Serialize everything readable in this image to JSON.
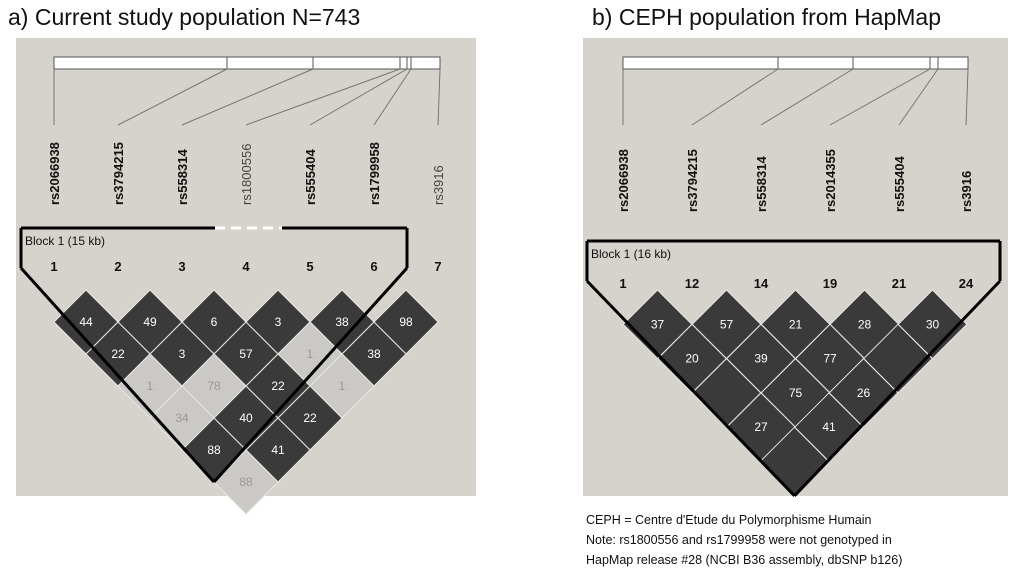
{
  "panels": [
    {
      "id": "a",
      "title": "a) Current study population N=743",
      "snps": [
        "rs2066938",
        "rs3794215",
        "rs558314",
        "rs1800556",
        "rs555404",
        "rs1799958",
        "rs3916"
      ],
      "snp_bold": [
        true,
        true,
        true,
        false,
        true,
        true,
        false
      ],
      "marker_numbers": [
        "1",
        "2",
        "3",
        "4",
        "5",
        "6",
        "7"
      ],
      "block_label": "Block 1 (15 kb)",
      "cells": [
        {
          "i": 0,
          "j": 1,
          "value": "44",
          "shade": "dark"
        },
        {
          "i": 1,
          "j": 2,
          "value": "49",
          "shade": "dark"
        },
        {
          "i": 2,
          "j": 3,
          "value": "6",
          "shade": "dark"
        },
        {
          "i": 3,
          "j": 4,
          "value": "3",
          "shade": "dark"
        },
        {
          "i": 4,
          "j": 5,
          "value": "38",
          "shade": "dark"
        },
        {
          "i": 5,
          "j": 6,
          "value": "98",
          "shade": "dark"
        },
        {
          "i": 0,
          "j": 2,
          "value": "22",
          "shade": "dark"
        },
        {
          "i": 1,
          "j": 3,
          "value": "3",
          "shade": "dark"
        },
        {
          "i": 2,
          "j": 4,
          "value": "57",
          "shade": "dark"
        },
        {
          "i": 3,
          "j": 5,
          "value": "1",
          "shade": "light"
        },
        {
          "i": 4,
          "j": 6,
          "value": "38",
          "shade": "dark"
        },
        {
          "i": 0,
          "j": 3,
          "value": "1",
          "shade": "light"
        },
        {
          "i": 1,
          "j": 4,
          "value": "78",
          "shade": "light"
        },
        {
          "i": 2,
          "j": 5,
          "value": "22",
          "shade": "dark"
        },
        {
          "i": 3,
          "j": 6,
          "value": "1",
          "shade": "light"
        },
        {
          "i": 0,
          "j": 4,
          "value": "34",
          "shade": "light"
        },
        {
          "i": 1,
          "j": 5,
          "value": "40",
          "shade": "dark"
        },
        {
          "i": 2,
          "j": 6,
          "value": "22",
          "shade": "dark"
        },
        {
          "i": 0,
          "j": 5,
          "value": "88",
          "shade": "dark"
        },
        {
          "i": 1,
          "j": 6,
          "value": "41",
          "shade": "dark"
        },
        {
          "i": 0,
          "j": 6,
          "value": "88",
          "shade": "light"
        }
      ]
    },
    {
      "id": "b",
      "title": "b) CEPH population from HapMap",
      "snps": [
        "rs2066938",
        "rs3794215",
        "rs558314",
        "rs2014355",
        "rs555404",
        "rs3916"
      ],
      "snp_bold": [
        true,
        true,
        true,
        true,
        true,
        true
      ],
      "marker_numbers": [
        "1",
        "12",
        "14",
        "19",
        "21",
        "24"
      ],
      "block_label": "Block 1 (16 kb)",
      "cells": [
        {
          "i": 0,
          "j": 1,
          "value": "37",
          "shade": "dark"
        },
        {
          "i": 1,
          "j": 2,
          "value": "57",
          "shade": "dark"
        },
        {
          "i": 2,
          "j": 3,
          "value": "21",
          "shade": "dark"
        },
        {
          "i": 3,
          "j": 4,
          "value": "28",
          "shade": "dark"
        },
        {
          "i": 4,
          "j": 5,
          "value": "30",
          "shade": "dark"
        },
        {
          "i": 0,
          "j": 2,
          "value": "20",
          "shade": "dark"
        },
        {
          "i": 1,
          "j": 3,
          "value": "39",
          "shade": "dark"
        },
        {
          "i": 2,
          "j": 4,
          "value": "77",
          "shade": "dark"
        },
        {
          "i": 3,
          "j": 5,
          "value": "",
          "shade": "dark"
        },
        {
          "i": 0,
          "j": 3,
          "value": "",
          "shade": "dark"
        },
        {
          "i": 1,
          "j": 4,
          "value": "75",
          "shade": "dark"
        },
        {
          "i": 2,
          "j": 5,
          "value": "26",
          "shade": "dark"
        },
        {
          "i": 0,
          "j": 4,
          "value": "27",
          "shade": "dark"
        },
        {
          "i": 1,
          "j": 5,
          "value": "41",
          "shade": "dark"
        },
        {
          "i": 0,
          "j": 5,
          "value": "",
          "shade": "dark"
        }
      ]
    }
  ],
  "note": {
    "line1": "CEPH = Centre d'Etude du Polymorphisme Humain",
    "line2": "Note: rs1800556 and rs1799958 were not genotyped in",
    "line3": "HapMap release #28 (NCBI B36 assembly, dbSNP b126)"
  },
  "colors": {
    "panel_bg": "#d6d2cc",
    "dark_cell": "#3a3a3a",
    "light_cell": "#cbc9c6",
    "dark_text": "#ffffff",
    "light_text": "#9a9a9a",
    "outline": "#000000"
  }
}
